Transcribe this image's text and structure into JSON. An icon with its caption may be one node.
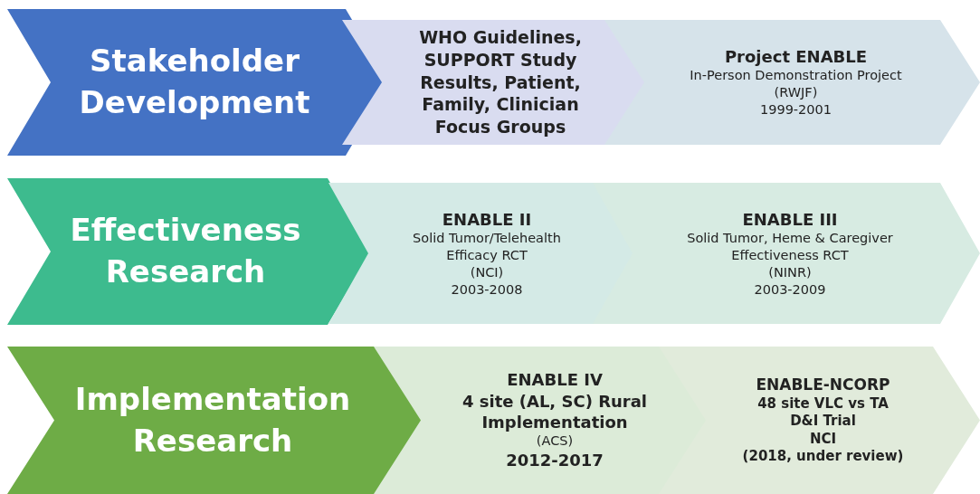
{
  "diagram": {
    "nodes": [
      {
        "text": [
          "Stakeholder Development"
        ]
      },
      {
        "text": [
          "WHO Guidelines, SUPPORT Study Results, Patient, Family, Clinician Focus Groups"
        ]
      },
      {
        "text": [
          "Project ENABLE",
          "In-Person Demonstration Project",
          "(RWJF)",
          "1999-2001"
        ]
      },
      {
        "text": [
          "Effectiveness Research"
        ]
      },
      {
        "text": [
          "ENABLE II",
          "Solid Tumor/Telehealth",
          "Efficacy RCT",
          "(NCI)",
          "2003-2008"
        ]
      },
      {
        "text": [
          "ENABLE III",
          "Solid Tumor, Heme & Caregiver",
          "Effectiveness RCT",
          "(NINR)",
          "2003-2009"
        ]
      },
      {
        "text": [
          "Implementation Research"
        ]
      },
      {
        "text": [
          "ENABLE IV",
          "4 site (AL, SC) Rural Implementation",
          "(ACS)",
          "2012-2017"
        ]
      },
      {
        "text": [
          "ENABLE-NCORP",
          "48 site VLC vs TA",
          "D&I Trial",
          "NCI",
          "(2018, under review)"
        ]
      }
    ]
  }
}
